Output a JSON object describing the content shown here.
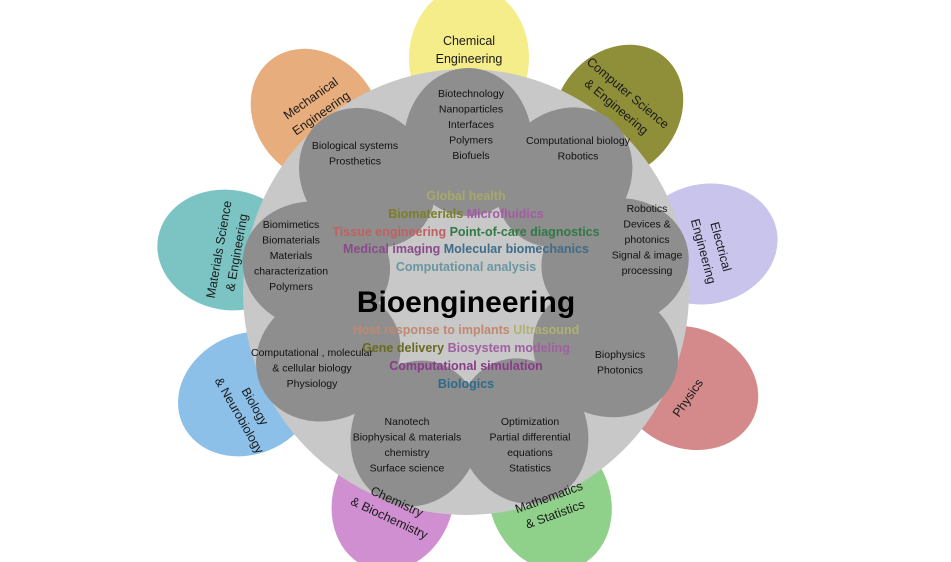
{
  "center": {
    "title": "Bioengineering",
    "topics_top": [
      {
        "text": "Global health",
        "color": "#a8a86a"
      },
      {
        "text": "Biomaterials",
        "color": "#7d7d2a"
      },
      {
        "text": "Microfluidics",
        "color": "#a55aa5"
      },
      {
        "text": "Tissue engineering",
        "color": "#c06060"
      },
      {
        "text": "Point-of-care diagnostics",
        "color": "#2f7a45"
      },
      {
        "text": "Medical imaging",
        "color": "#8a4a8a"
      },
      {
        "text": "Molecular biomechanics",
        "color": "#3d6d8a"
      },
      {
        "text": "Computational analysis",
        "color": "#6a96a0"
      }
    ],
    "topics_bottom": [
      {
        "text": "Host response to implants",
        "color": "#c08870"
      },
      {
        "text": "Ultrasound",
        "color": "#b0b070"
      },
      {
        "text": "Gene delivery",
        "color": "#6a6a20"
      },
      {
        "text": "Biosystem modeling",
        "color": "#a060a0"
      },
      {
        "text": "Computational simulation",
        "color": "#8a3a8a"
      },
      {
        "text": "Biologics",
        "color": "#2f6a8a"
      }
    ]
  },
  "petals": [
    {
      "id": "chemical-engineering",
      "color": "#f5ec8a",
      "label": [
        "Chemical",
        "Engineering"
      ],
      "items": [
        "Biotechnology",
        "Nanoparticles",
        "Interfaces",
        "Polymers",
        "Biofuels"
      ]
    },
    {
      "id": "computer-science-engineering",
      "color": "#8f8f3a",
      "label": [
        "Computer Science",
        "& Engineering"
      ],
      "items": [
        "Computational biology",
        "Robotics"
      ]
    },
    {
      "id": "electrical-engineering",
      "color": "#c9c4ec",
      "label": [
        "Electrical",
        "Engineering"
      ],
      "items": [
        "Robotics",
        "Devices &",
        "photonics",
        "Signal & image",
        "processing"
      ]
    },
    {
      "id": "physics",
      "color": "#d48a8a",
      "label": [
        "Physics"
      ],
      "items": [
        "Biophysics",
        "Photonics"
      ]
    },
    {
      "id": "mathematics-statistics",
      "color": "#8fd08a",
      "label": [
        "Mathematics",
        "& Statistics"
      ],
      "items": [
        "Optimization",
        "Partial differential",
        "equations",
        "Statistics"
      ]
    },
    {
      "id": "chemistry-biochemistry",
      "color": "#cf8fd0",
      "label": [
        "Chemistry",
        "& Biochemistry"
      ],
      "items": [
        "Nanotech",
        "Biophysical & materials",
        "chemistry",
        "Surface science"
      ]
    },
    {
      "id": "biology-neurobiology",
      "color": "#8cc0e8",
      "label": [
        "Biology",
        "& Neurobiology"
      ],
      "items": [
        "Computational , molecular",
        "& cellular biology",
        "Physiology"
      ]
    },
    {
      "id": "materials-science-engineering",
      "color": "#7cc4c4",
      "label": [
        "Materials Science",
        "& Engineering"
      ],
      "items": [
        "Biomimetics",
        "Biomaterials",
        "Materials",
        "characterization",
        "Polymers"
      ]
    },
    {
      "id": "mechanical-engineering",
      "color": "#e8ad7c",
      "label": [
        "Mechanical",
        "Engineering"
      ],
      "items": [
        "Biological systems",
        "Prosthetics"
      ]
    }
  ]
}
